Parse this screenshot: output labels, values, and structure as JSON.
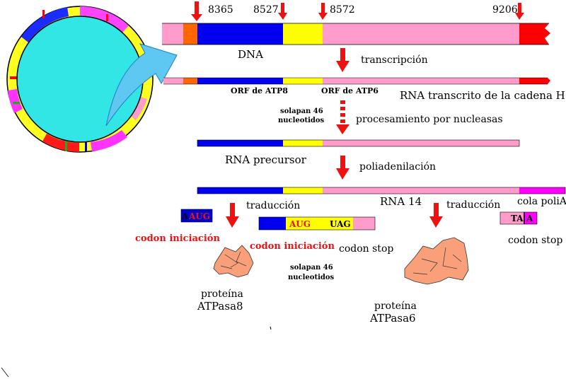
{
  "positions": {
    "p8365": "8365",
    "p8527": "8527",
    "p8572": "8572",
    "p9206": "9206"
  },
  "labels": {
    "dna": "DNA",
    "transcripcion": "transcripción",
    "orf_atp8": "ORF de ATP8",
    "orf_atp6": "ORF de ATP6",
    "rna_transcrito": "RNA transcrito de la cadena H",
    "solapan_a_1": "solapan 46",
    "solapan_a_2": "nucleotidos",
    "procesamiento": "procesamiento por nucleasas",
    "rna_precursor": "RNA precursor",
    "poliadenilacion": "poliadenilación",
    "traduccion_1": "traducción",
    "rna14": "RNA 14",
    "traduccion_2": "traducción",
    "cola_polia": "cola poliA",
    "codon_iniciacion_1": "codon iniciación",
    "codon_iniciacion_2": "codon iniciación",
    "codon_stop_1": "codon stop",
    "codon_stop_2": "codon stop",
    "solapan_b_1": "solapan 46",
    "solapan_b_2": "nucleotidos",
    "proteina_8_1": "proteína",
    "proteina_8_2": "ATPasa8",
    "proteina_6_1": "proteína",
    "proteina_6_2": "ATPasa6"
  },
  "codons": {
    "aug_box_a": "A",
    "aug_box_rest": "AUG",
    "aug_mid": "AUG",
    "uag_mid": "UAG",
    "ta": "TA",
    "ta_a": "A"
  },
  "colors": {
    "pink": "#ff9ccb",
    "blue": "#0000ee",
    "yellow": "#ffff00",
    "red": "#ff0000",
    "orange": "#ff6600",
    "magenta": "#ff00ff",
    "cyan": "#33e6e6",
    "text_red": "#ee1111"
  }
}
